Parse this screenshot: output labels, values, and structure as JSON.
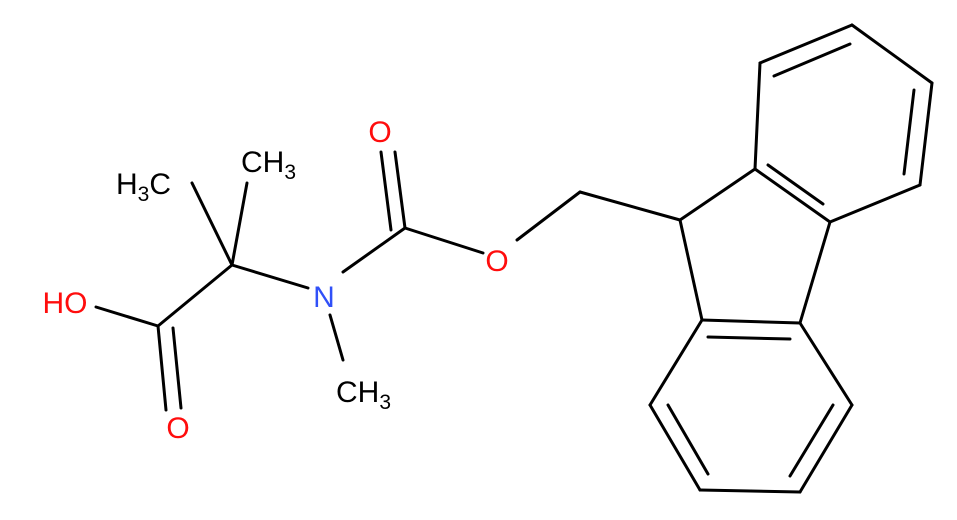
{
  "molecule": {
    "bond_color": "#000000",
    "colors": {
      "C": "#000000",
      "O": "#ff0d0d",
      "N": "#3050f8"
    },
    "labels": {
      "ho": "HO",
      "o_carbonyl_acid": "O",
      "o_carbonyl_carbamate": "O",
      "o_ester": "O",
      "n": "N",
      "ch3_n": {
        "main": "CH",
        "sub": "3"
      },
      "h3c_left": {
        "main": "H",
        "sub": "3",
        "tail": "C"
      },
      "ch3_right": {
        "main": "CH",
        "sub": "3"
      }
    }
  }
}
